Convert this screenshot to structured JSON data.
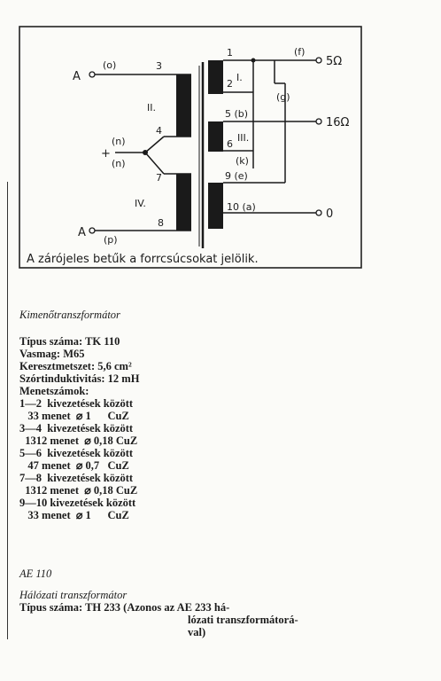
{
  "diagram": {
    "caption": "A zárójeles betűk a forrcsúcsokat jelölik.",
    "labels": {
      "a_top": "A",
      "a_top_code": "(o)",
      "a_bot": "A",
      "a_bot_code": "(p)",
      "plus": "+",
      "n1": "(n)",
      "n2": "(n)",
      "pin3": "3",
      "pin4": "4",
      "pin7": "7",
      "pin8": "8",
      "win2": "II.",
      "win4": "IV.",
      "pin1": "1",
      "pin2": "2",
      "win1": "I.",
      "f": "(f)",
      "out5": "5Ω",
      "g": "(g)",
      "pin5b": "5 (b)",
      "out16": "16Ω",
      "pin6": "6",
      "win3": "III.",
      "k": "(k)",
      "pin9e": "9 (e)",
      "pin10a": "10 (a)",
      "out0": "0"
    }
  },
  "spec1": {
    "heading": "Kimenőtranszformátor",
    "lines": [
      "Típus száma: TK 110",
      "Vasmag: M65",
      "Keresztmetszet: 5,6 cm²",
      "Szórtinduktivitás: 12 mH",
      "Menetszámok:",
      "1—2  kivezetések között",
      "   33 menet  ⌀ 1      CuZ",
      "3—4  kivezetések között",
      "  1312 menet  ⌀ 0,18 CuZ",
      "5—6  kivezetések között",
      "   47 menet  ⌀ 0,7   CuZ",
      "7—8  kivezetések között",
      "  1312 menet  ⌀ 0,18 CuZ",
      "9—10 kivezetések között",
      "   33 menet  ⌀ 1      CuZ"
    ]
  },
  "spec2": {
    "model": "AE 110",
    "heading": "Hálózati transzformátor",
    "line1": "Típus száma: TH 233 (Azonos az AE 233 há-",
    "line2": "lózati transzformátorá-",
    "line3": "val)"
  }
}
